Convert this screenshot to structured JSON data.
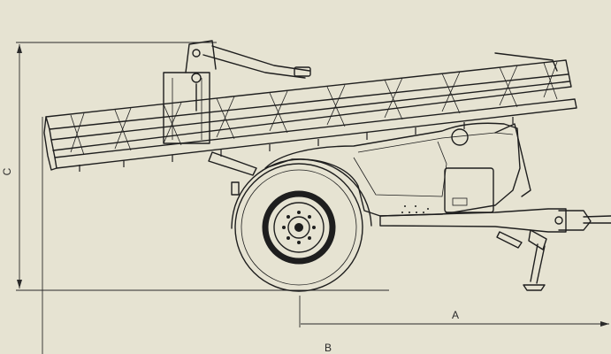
{
  "drawing": {
    "subject": "trailed-sprayer-side-view",
    "background_color": "#e6e3d2",
    "line_color": "#1e1e1e"
  },
  "dimensions": {
    "a_label": "A",
    "b_label": "B",
    "c_label": "C"
  }
}
